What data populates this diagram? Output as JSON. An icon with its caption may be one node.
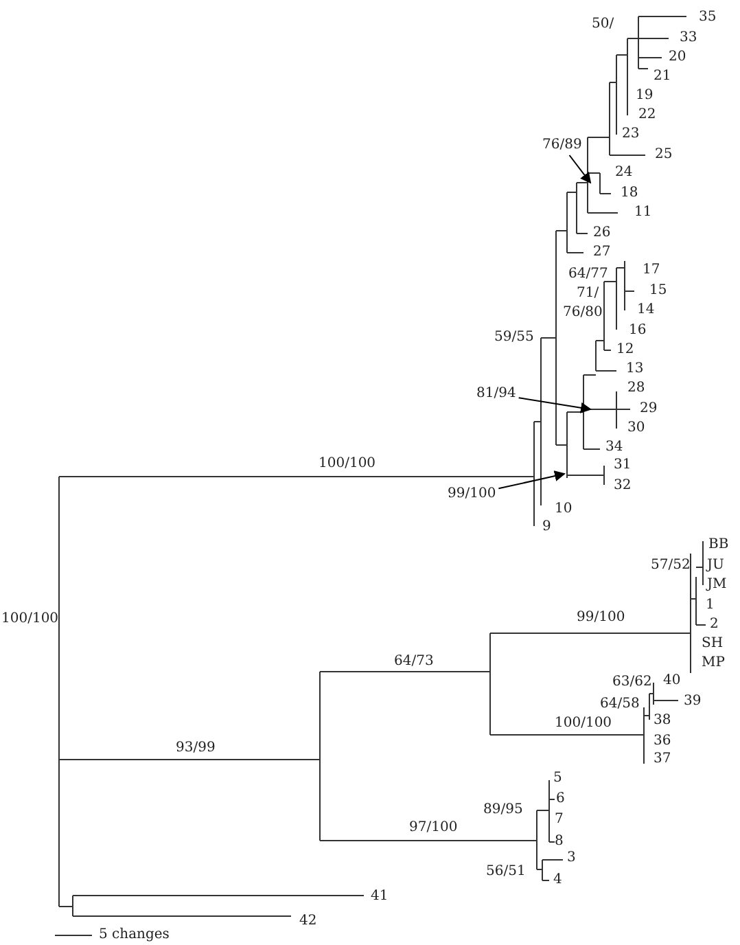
{
  "diagram": {
    "nodes": [
      {
        "text": [
          "76/89"
        ]
      },
      {
        "text": [
          "81/94"
        ]
      },
      {
        "text": [
          "99/100"
        ]
      }
    ],
    "edges": [
      {
        "from": 0,
        "to": null,
        "arrow": "to"
      },
      {
        "from": 1,
        "to": null,
        "arrow": "to"
      },
      {
        "from": 2,
        "to": null,
        "arrow": "to"
      }
    ],
    "labels": [
      "50/",
      "35",
      "33",
      "20",
      "21",
      "19",
      "22",
      "23",
      "25",
      "24",
      "18",
      "11",
      "26",
      "27",
      "64/77",
      "17",
      "15",
      "71/",
      "14",
      "76/80",
      "16",
      "12",
      "13",
      "59/55",
      "28",
      "29",
      "30",
      "34",
      "100/100",
      "31",
      "32",
      "10",
      "9",
      "BB",
      "57/52",
      "JU",
      "JM",
      "1",
      "2",
      "99/100",
      "SH",
      "MP",
      "100/100",
      "63/62",
      "40",
      "39",
      "64/58",
      "38",
      "64/73",
      "100/100",
      "36",
      "37",
      "93/99",
      "5",
      "6",
      "89/95",
      "7",
      "8",
      "97/100",
      "3",
      "56/51",
      "4",
      "41",
      "42",
      "5 changes"
    ]
  }
}
